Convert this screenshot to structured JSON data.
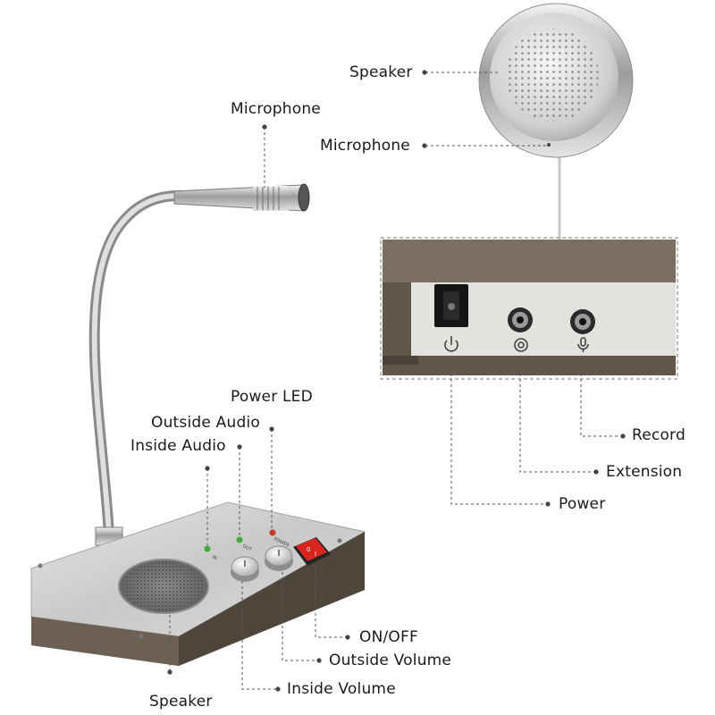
{
  "labels": {
    "speaker_remote": "Speaker",
    "microphone_remote": "Microphone",
    "microphone_gooseneck": "Microphone",
    "power_led": "Power LED",
    "outside_audio": "Outside Audio",
    "inside_audio": "Inside Audio",
    "record": "Record",
    "extension": "Extension",
    "power": "Power",
    "on_off": "ON/OFF",
    "outside_volume": "Outside Volume",
    "inside_volume": "Inside Volume",
    "speaker_base": "Speaker"
  },
  "panel_marks": {
    "in": "IN",
    "out": "OUT",
    "power": "POWER"
  },
  "colors": {
    "base_dark": "#5f5548",
    "panel_silver": "#cfcfcf",
    "switch_red": "#d8261f",
    "led_green": "#3fae3f",
    "leader": "#555555"
  },
  "icons": {
    "power_port": "power-icon",
    "extension_port": "extension-icon",
    "record_port": "mic-icon"
  }
}
